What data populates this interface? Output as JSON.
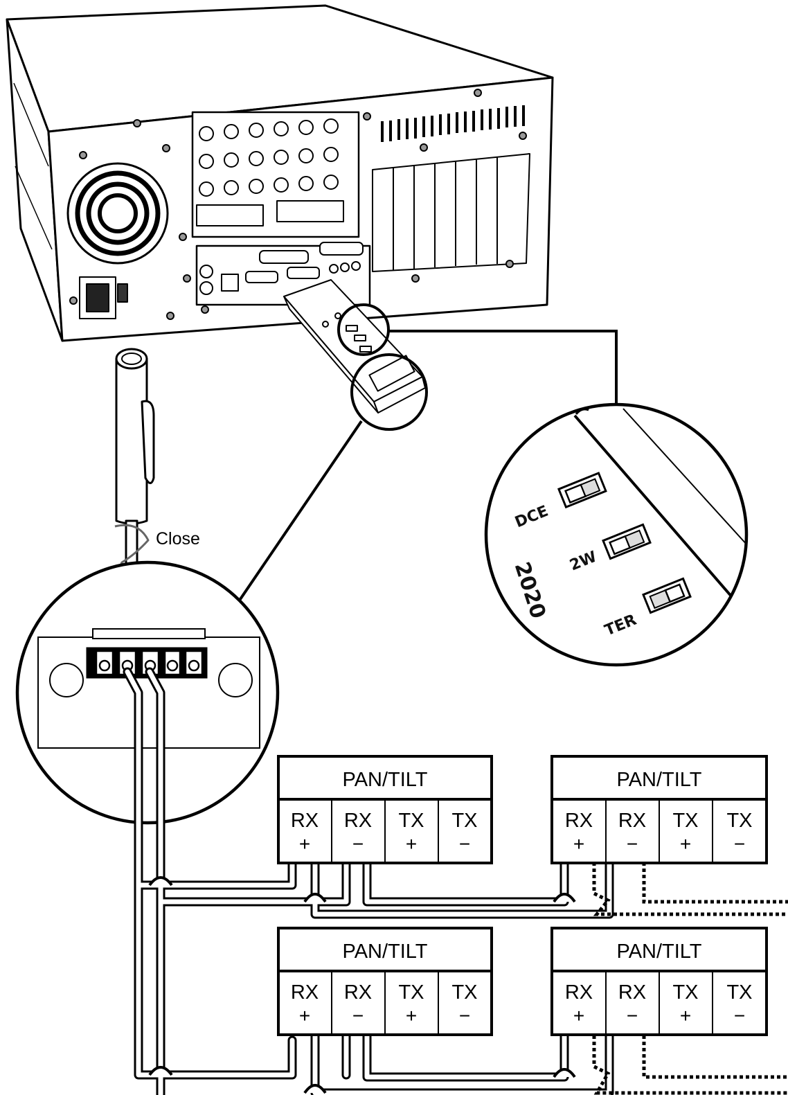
{
  "screwdriver": {
    "label": "Close"
  },
  "switch_callout": {
    "switches": [
      {
        "label": "DCE"
      },
      {
        "label": "2W"
      },
      {
        "label": "TER"
      }
    ],
    "model_text": "2020"
  },
  "pan_tilt_units": [
    {
      "title": "PAN/TILT",
      "terminals": [
        {
          "name": "RX",
          "sign": "+"
        },
        {
          "name": "RX",
          "sign": "−"
        },
        {
          "name": "TX",
          "sign": "+"
        },
        {
          "name": "TX",
          "sign": "−"
        }
      ]
    },
    {
      "title": "PAN/TILT",
      "terminals": [
        {
          "name": "RX",
          "sign": "+"
        },
        {
          "name": "RX",
          "sign": "−"
        },
        {
          "name": "TX",
          "sign": "+"
        },
        {
          "name": "TX",
          "sign": "−"
        }
      ]
    },
    {
      "title": "PAN/TILT",
      "terminals": [
        {
          "name": "RX",
          "sign": "+"
        },
        {
          "name": "RX",
          "sign": "−"
        },
        {
          "name": "TX",
          "sign": "+"
        },
        {
          "name": "TX",
          "sign": "−"
        }
      ]
    },
    {
      "title": "PAN/TILT",
      "terminals": [
        {
          "name": "RX",
          "sign": "+"
        },
        {
          "name": "RX",
          "sign": "−"
        },
        {
          "name": "TX",
          "sign": "+"
        },
        {
          "name": "TX",
          "sign": "−"
        }
      ]
    }
  ]
}
